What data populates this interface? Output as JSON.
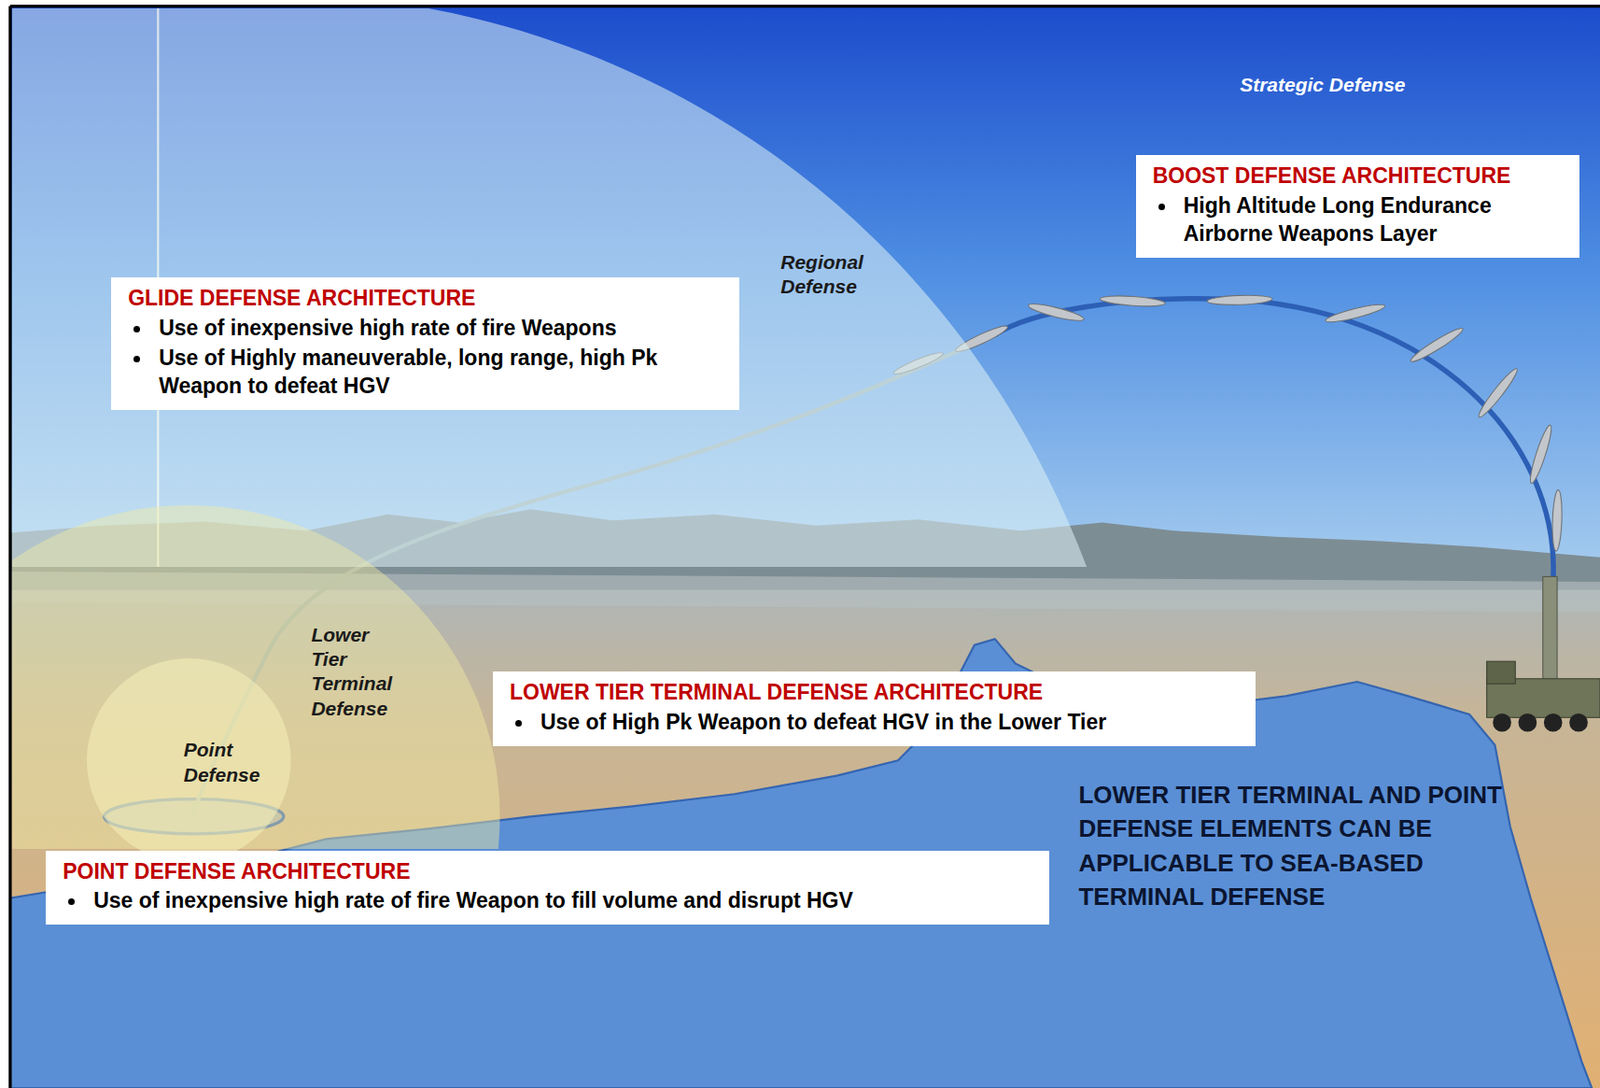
{
  "diagram": {
    "nodes": [
      {
        "text": [
          "BOOST DEFENSE ARCHITECTURE",
          "High Altitude Long Endurance Airborne Weapons Layer"
        ]
      },
      {
        "text": [
          "Regional Defense"
        ]
      },
      {
        "text": [
          "GLIDE DEFENSE ARCHITECTURE",
          "Use of inexpensive high rate of fire Weapons",
          "Use of Highly maneuverable, long range, high Pk Weapon to defeat HGV"
        ],
        "in": 1
      },
      {
        "text": [
          "Lower Tier Terminal Defense"
        ]
      },
      {
        "text": [
          "Point Defense"
        ],
        "in": 3
      },
      {
        "text": [
          "LOWER TIER TERMINAL DEFENSE ARCHITECTURE",
          "Use of High Pk Weapon to defeat HGV in the Lower Tier"
        ]
      },
      {
        "text": [
          "POINT DEFENSE ARCHITECTURE",
          "Use of inexpensive high rate of fire Weapon to fill volume and disrupt HGV"
        ]
      }
    ],
    "labels": [
      "Strategic Defense",
      "LOWER TIER TERMINAL AND POINT DEFENSE ELEMENTS CAN BE APPLICABLE TO SEA-BASED TERMINAL DEFENSE"
    ]
  }
}
